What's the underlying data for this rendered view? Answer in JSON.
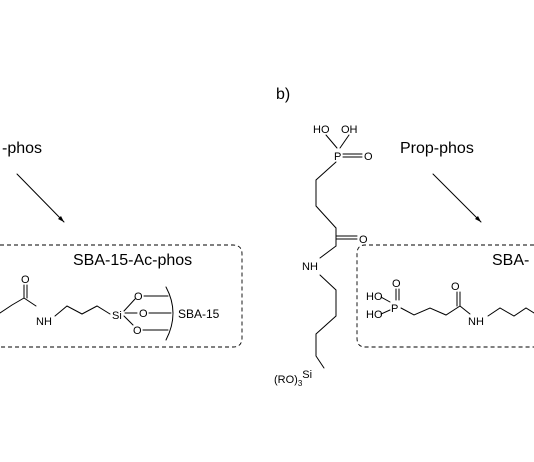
{
  "panel_b_label": "b)",
  "left_label_partial": "-phos",
  "right_label": "Prop-phos",
  "left_box_title": "SBA-15-Ac-phos",
  "right_box_title_partial": "SBA-",
  "support_label": "SBA-15",
  "atoms": {
    "oxygen": "O",
    "nitrogen_h": "NH",
    "nitrogen_h_right": "N",
    "h": "H",
    "silicon": "Si",
    "phosphorus": "P",
    "hydroxyl": "HO",
    "hydroxyl_r": "OH",
    "alkoxy": "(RO)",
    "alkoxy_sub": "3",
    "alkoxy_si": "Si"
  }
}
